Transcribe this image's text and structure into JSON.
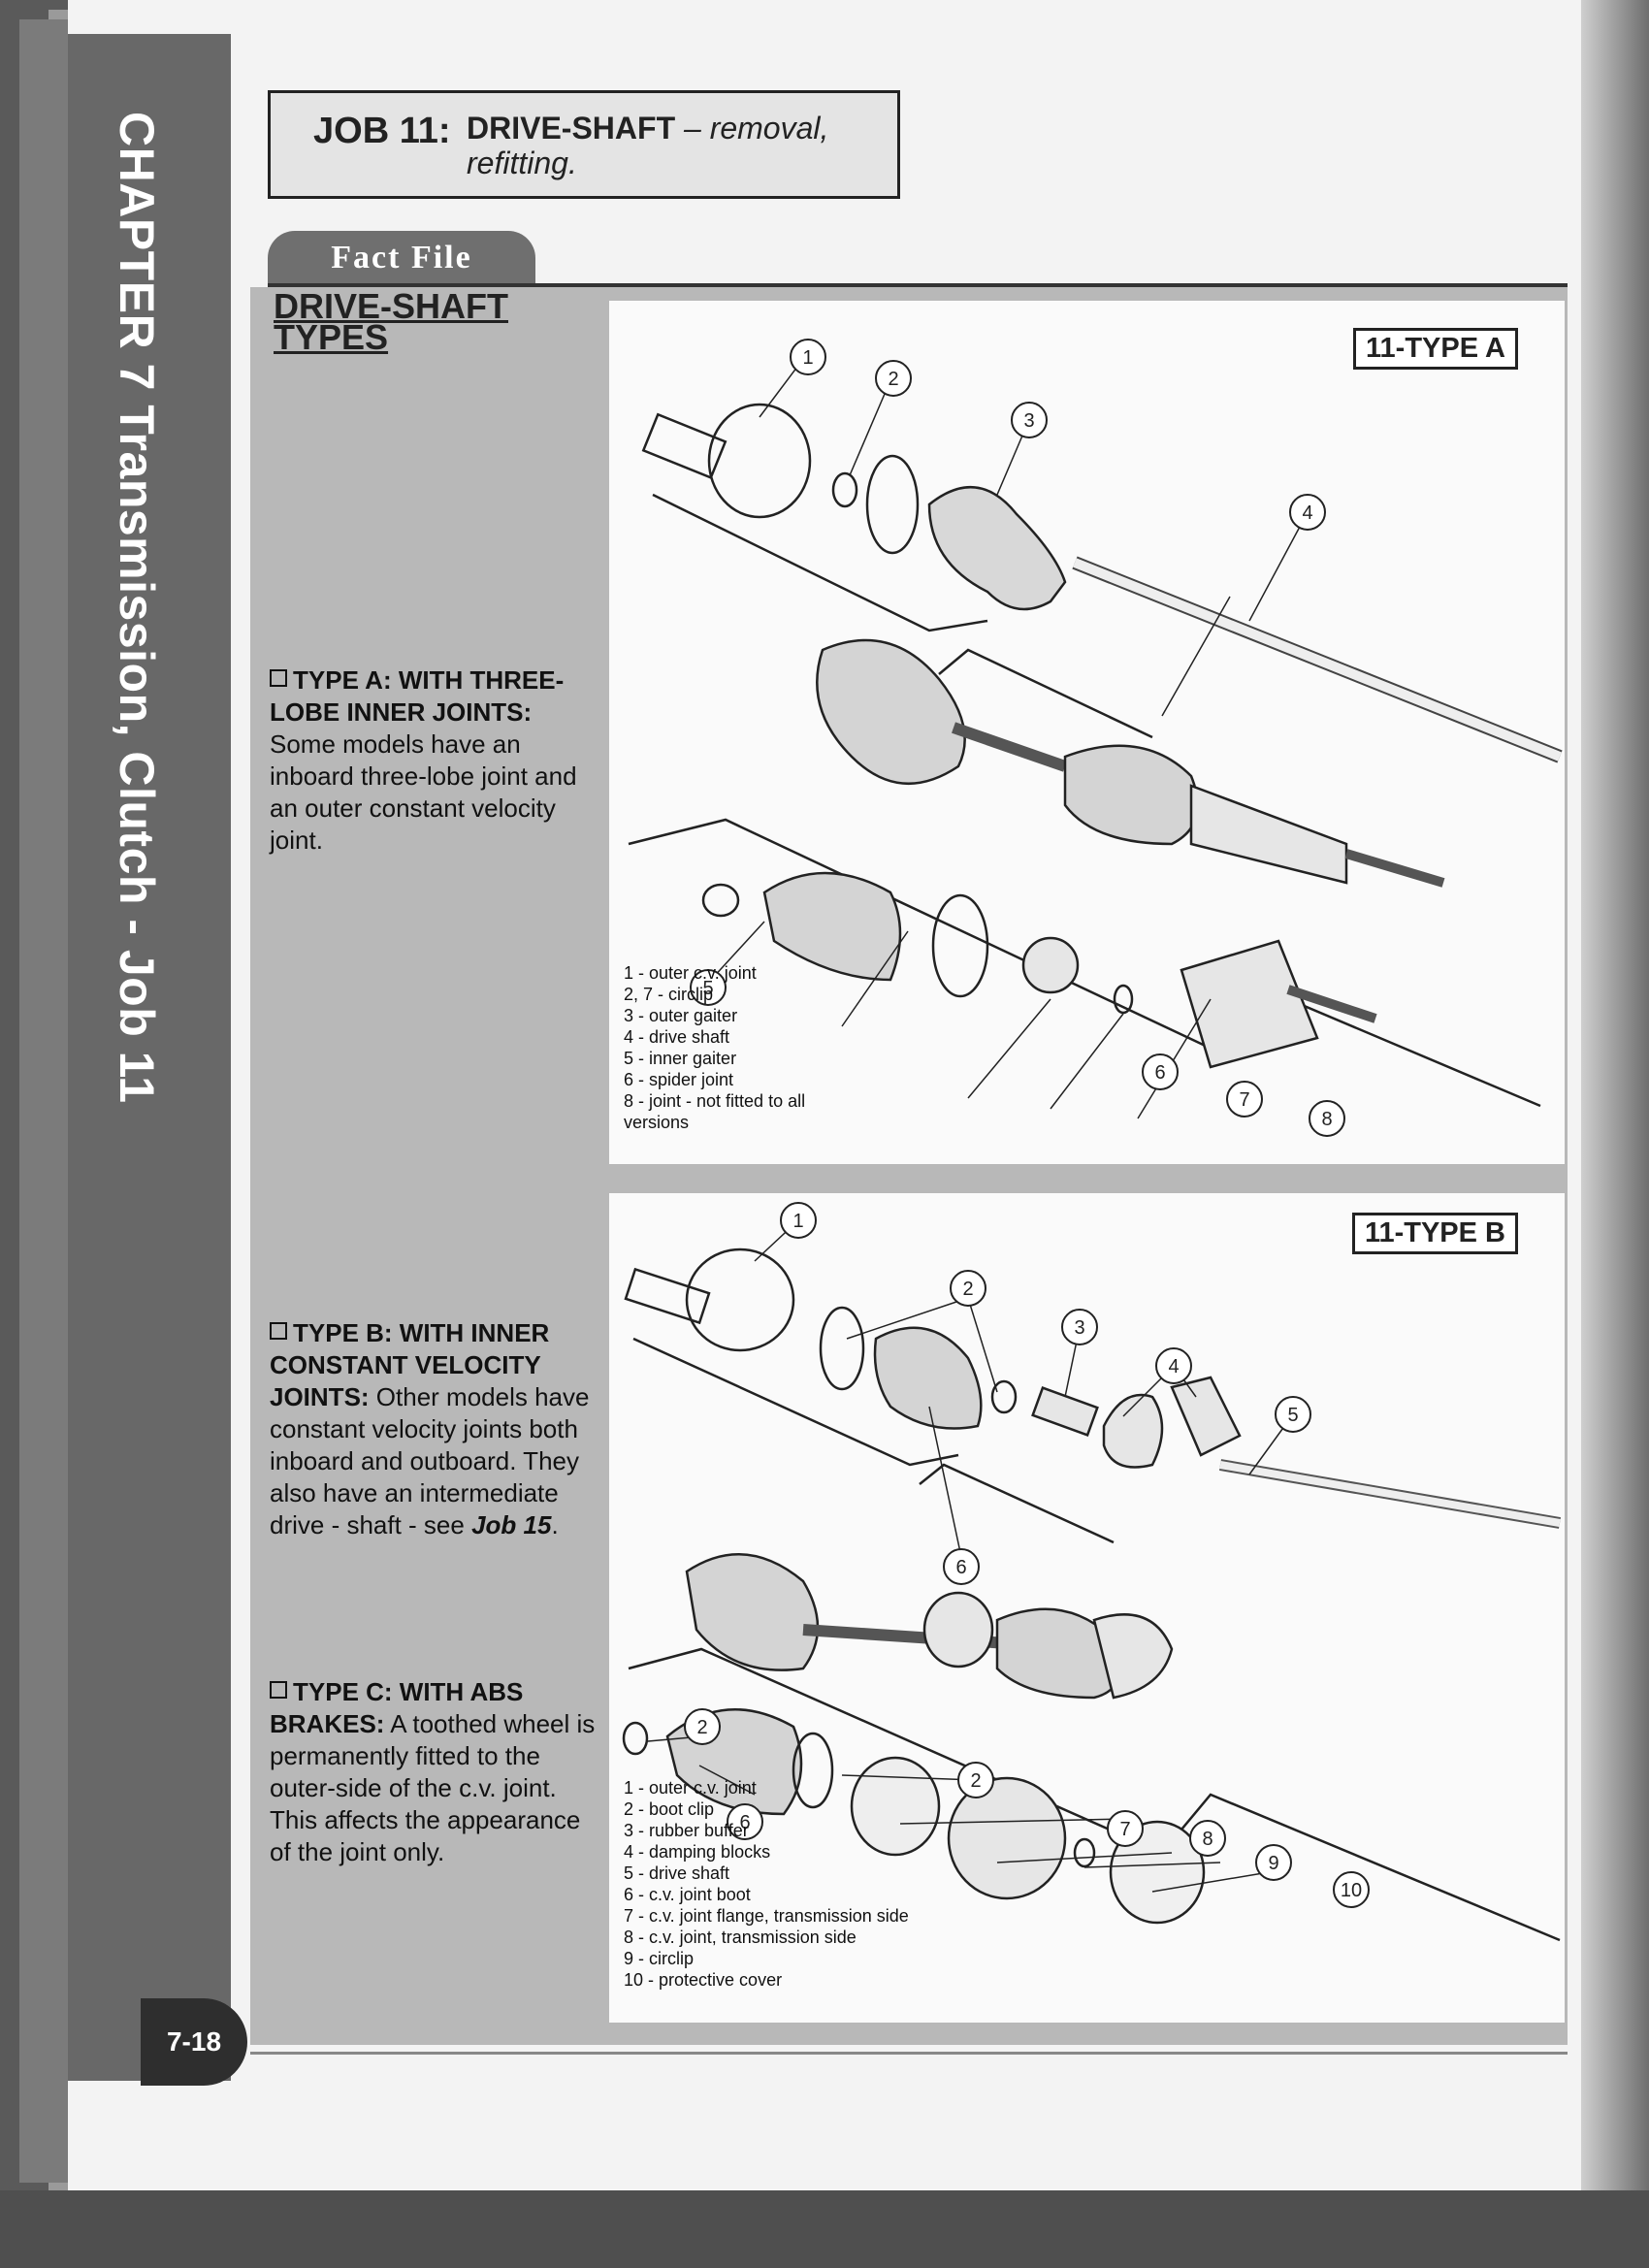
{
  "chapter": {
    "strip_text": "CHAPTER 7  Transmission, Clutch - Job 11",
    "page_number": "7-18"
  },
  "job": {
    "number": "JOB 11:",
    "title_bold": "DRIVE-SHAFT",
    "title_italic": " – removal, refitting."
  },
  "fact_file": {
    "tab_label": "Fact File",
    "section_title_line1": "DRIVE-SHAFT",
    "section_title_line2": "TYPES"
  },
  "paragraphs": {
    "type_a_lead": "TYPE A: WITH THREE-LOBE INNER JOINTS:",
    "type_a_text": " Some models have an inboard three-lobe joint and an outer constant velocity joint.",
    "type_b_lead": "TYPE B: WITH INNER CONSTANT VELOCITY JOINTS:",
    "type_b_text": " Other models have constant velocity joints both inboard and outboard. They also have an intermediate drive - shaft - see ",
    "type_b_ref": "Job 15",
    "type_b_end": ".",
    "type_c_lead": "TYPE C: WITH ABS BRAKES:",
    "type_c_text": " A toothed wheel is permanently fitted to the outer-side of the c.v. joint. This affects the appearance of the joint only."
  },
  "figure_a": {
    "label": "11-TYPE A",
    "legend": [
      "1 - outer c.v. joint",
      "2, 7 - circlip",
      "3 - outer gaiter",
      "4 - drive shaft",
      "5 - inner gaiter",
      "6 - spider joint",
      "8 - joint - not fitted to all",
      "versions"
    ],
    "callouts": [
      "1",
      "2",
      "3",
      "4",
      "5",
      "6",
      "7",
      "8"
    ]
  },
  "figure_b": {
    "label": "11-TYPE B",
    "legend": [
      "1 - outer c.v. joint",
      "2 - boot clip",
      "3 - rubber buffer",
      "4 - damping blocks",
      "5 - drive shaft",
      "6 - c.v. joint boot",
      "7 - c.v. joint flange, transmission side",
      "8 - c.v. joint, transmission side",
      "9 - circlip",
      "10 - protective cover"
    ],
    "callouts": [
      "1",
      "2",
      "2",
      "2",
      "3",
      "4",
      "5",
      "6",
      "6",
      "7",
      "8",
      "9",
      "10"
    ]
  }
}
